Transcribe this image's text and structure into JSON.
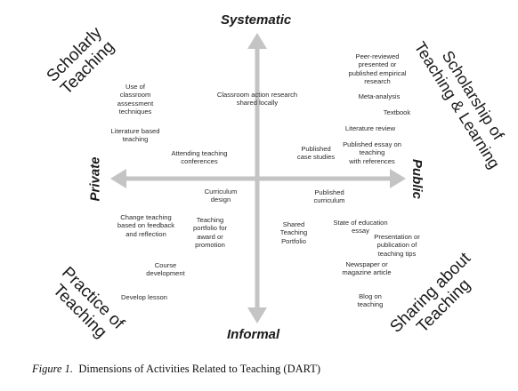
{
  "axes": {
    "top": "Systematic",
    "bottom": "Informal",
    "left": "Private",
    "right": "Public",
    "color": "#c4c4c4"
  },
  "quadrants": {
    "top_left": "Scholarly\nTeaching",
    "top_right": "Scholarship of\nTeaching & Learning",
    "bottom_left": "Practice of\nTeaching",
    "bottom_right": "Sharing about\nTeaching"
  },
  "activities": [
    "Use of\nclassroom\nassessment\ntechniques",
    "Literature based\nteaching",
    "Classroom action research\nshared locally",
    "Attending teaching\nconferences",
    "Peer-reviewed\npresented or\npublished empirical\nresearch",
    "Meta-analysis",
    "Textbook",
    "Literature review",
    "Published essay on\nteaching\nwith references",
    "Published\ncase studies",
    "Published\ncurriculum",
    "Curriculum\ndesign",
    "Change teaching\nbased on feedback\nand reflection",
    "Teaching\nportfolio for\naward or\npromotion",
    "Shared\nTeaching\nPortfolio",
    "State of education\nessay",
    "Presentation or\npublication of\nteaching tips",
    "Course\ndevelopment",
    "Newspaper or\nmagazine article",
    "Develop lesson",
    "Blog on\nteaching"
  ],
  "caption": {
    "label": "Figure 1.",
    "text": "Dimensions of Activities Related to Teaching (DART)"
  }
}
